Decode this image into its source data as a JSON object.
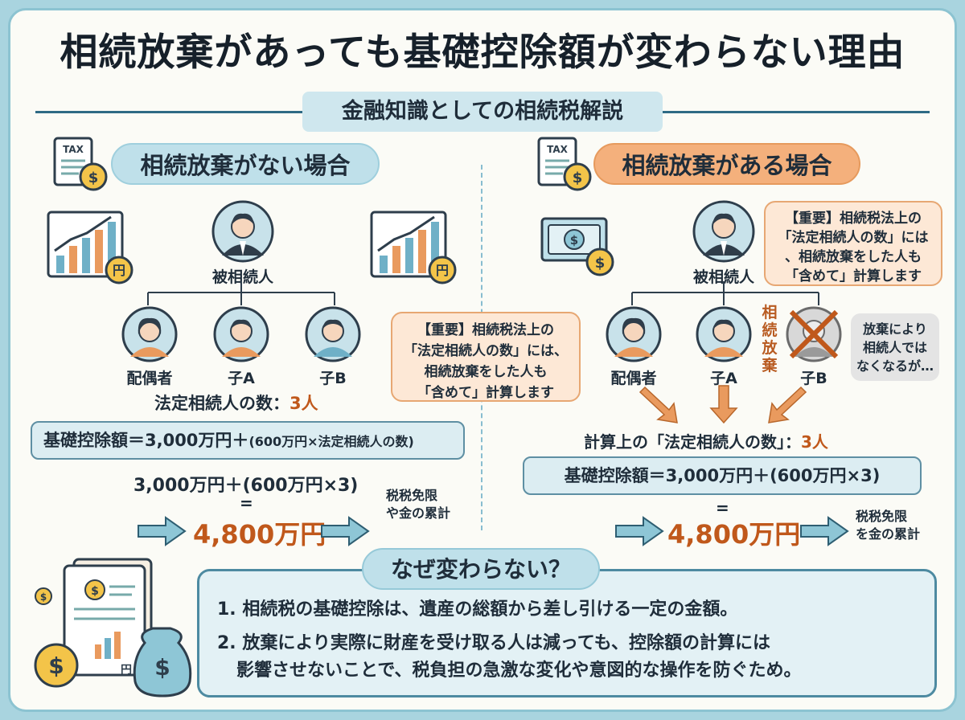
{
  "title": "相続放棄があっても基礎控除額が変わらない理由",
  "subtitle": "金融知識としての相続税解説",
  "icon_texts": {
    "tax": "TAX",
    "yen": "円",
    "dollar": "$"
  },
  "left": {
    "heading": "相続放棄がない場合",
    "decedent": "被相続人",
    "heirs": [
      "配偶者",
      "子A",
      "子B"
    ],
    "count_label": "法定相続人の数：",
    "count_value": "3人",
    "formula": "基礎控除額＝3,000万円＋",
    "formula_small": "(600万円×法定相続人の数)",
    "calc": "3,000万円＋(600万円×3)",
    "equals": "=",
    "result": "4,800万円",
    "side_note": [
      "税税免限",
      "や金の累計"
    ],
    "callout": [
      "【重要】相続税法上の",
      "「法定相続人の数」には、",
      "相続放棄をした人も",
      "「含めて」計算します"
    ]
  },
  "right": {
    "heading": "相続放棄がある場合",
    "decedent": "被相続人",
    "heirs": [
      "配偶者",
      "子A",
      "子B"
    ],
    "renounce_label": [
      "相",
      "続",
      "放",
      "棄"
    ],
    "note": [
      "放棄により",
      "相続人では",
      "なくなるが…"
    ],
    "callout": [
      "【重要】相続税法上の",
      "「法定相続人の数」には",
      "、相続放棄をした人も",
      "「含めて」計算します"
    ],
    "count_label": "計算上の「法定相続人の数」：",
    "count_value": "3人",
    "formula": "基礎控除額＝3,000万円＋(600万円×3)",
    "equals": "=",
    "result": "4,800万円",
    "side_note": [
      "税税免限",
      "を金の累計"
    ]
  },
  "why": {
    "heading": "なぜ変わらない？",
    "items": [
      "1. 相続税の基礎控除は、遺産の総額から差し引ける一定の金額。",
      "2. 放棄により実際に財産を受け取る人は減っても、控除額の計算には",
      "影響させないことで、税負担の急激な変化や意図的な操作を防ぐため。"
    ]
  },
  "colors": {
    "accent_blue": "#bfe0ea",
    "accent_orange": "#f4b07c",
    "result_orange": "#c0581b",
    "border_blue": "#4d8aa1"
  }
}
